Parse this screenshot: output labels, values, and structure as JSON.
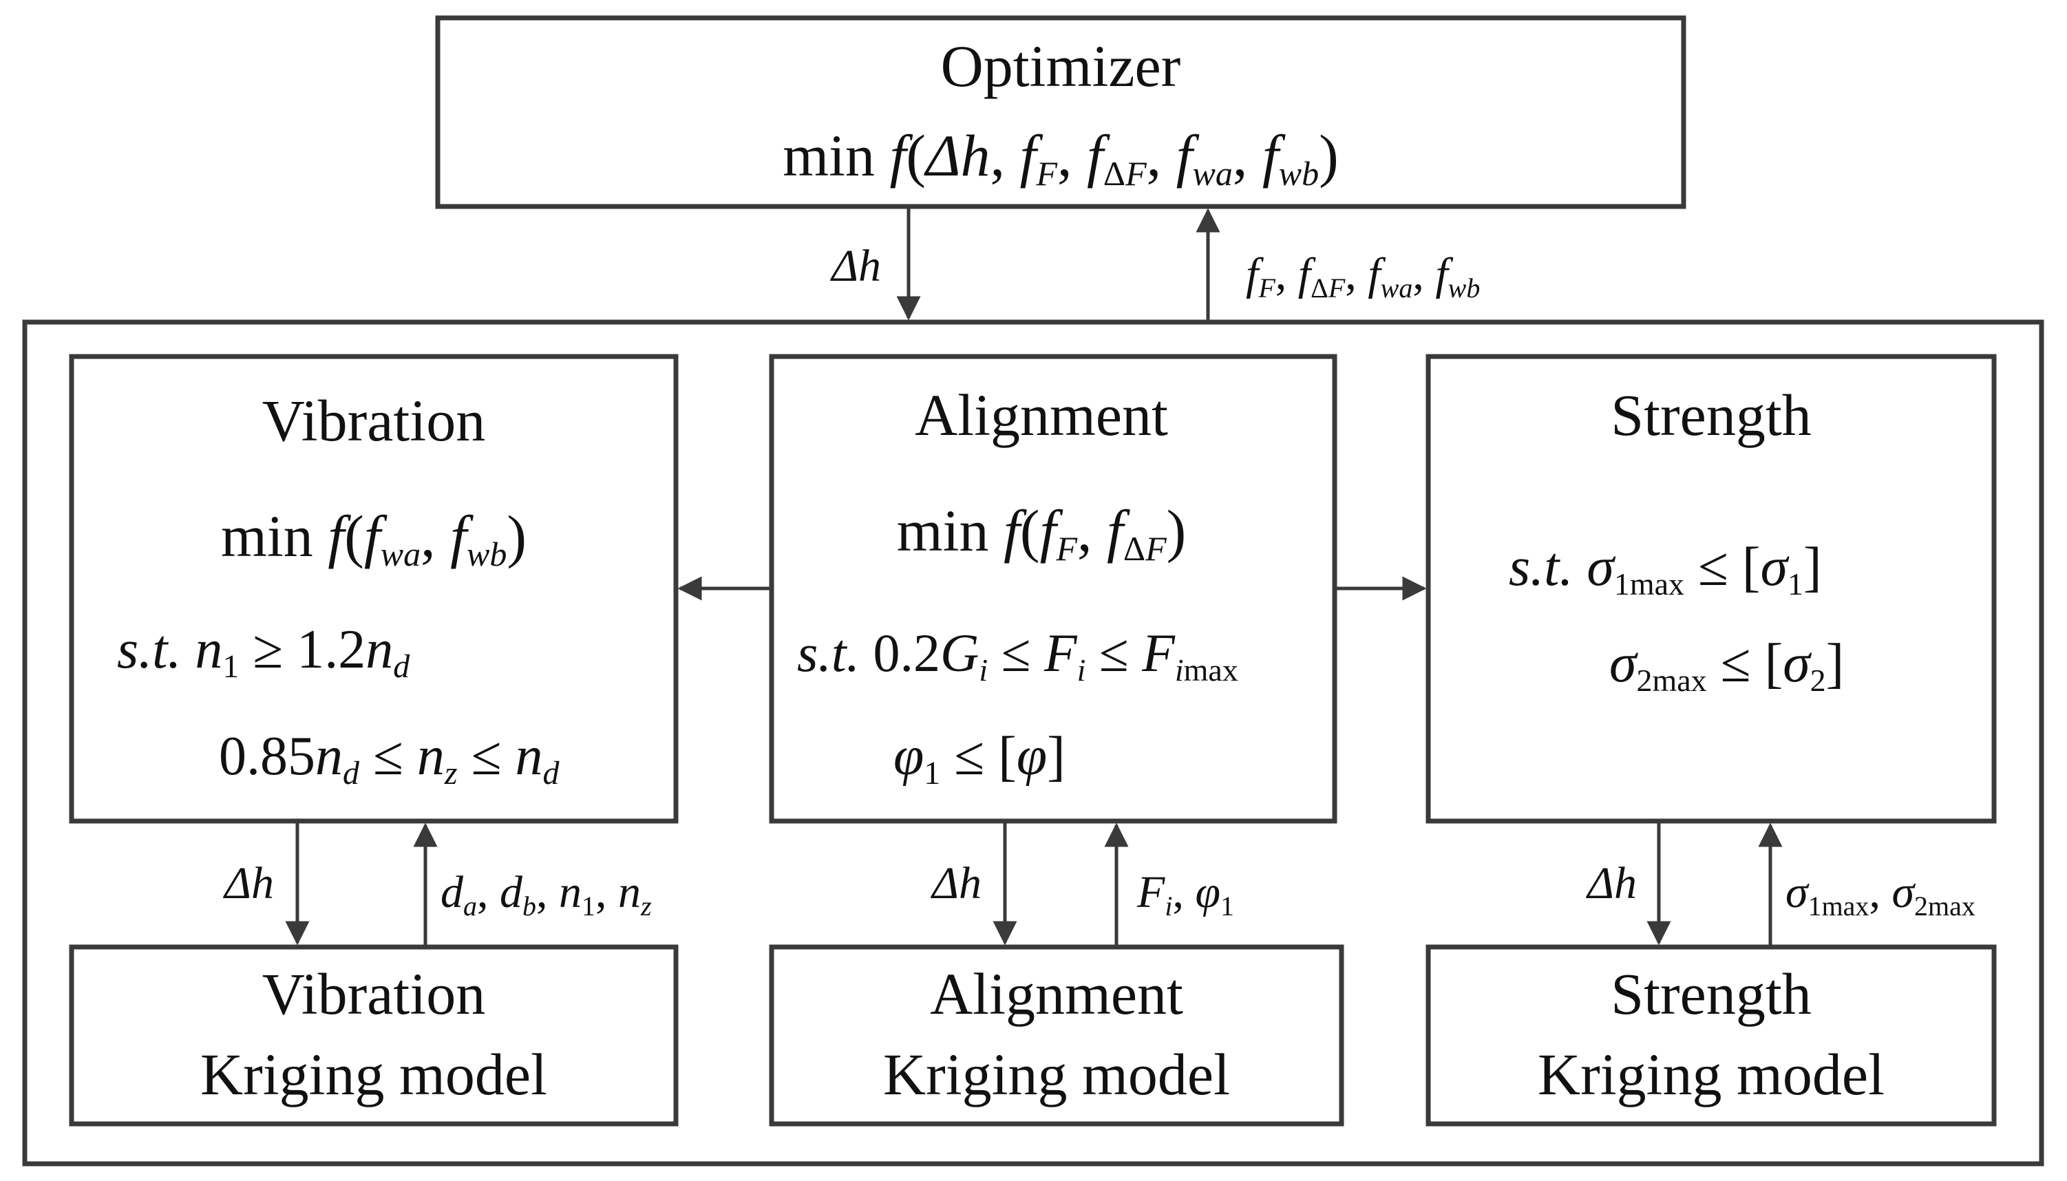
{
  "optimizer": {
    "title": "Optimizer",
    "objective": {
      "pre": "min ",
      "f": "f",
      "args": [
        "Δh",
        "f_F",
        "f_ΔF",
        "f_wa",
        "f_wb"
      ]
    }
  },
  "top_links": {
    "down": "Δh",
    "up": [
      "f_F",
      "f_ΔF",
      "f_wa",
      "f_wb"
    ]
  },
  "vibration": {
    "title": "Vibration",
    "objective": {
      "pre": "min ",
      "f": "f",
      "args": [
        "f_wa",
        "f_wb"
      ]
    },
    "st": "s.t.",
    "constraint1": {
      "lhs": "n_1",
      "op": "≥",
      "rhs": "1.2n_d"
    },
    "constraint2": {
      "lhs": "0.85n_d",
      "op1": "≤",
      "mid": "n_z",
      "op2": "≤",
      "rhs": "n_d"
    },
    "link_down": "Δh",
    "link_up": [
      "d_a",
      "d_b",
      "n_1",
      "n_z"
    ],
    "model_line1": "Vibration",
    "model_line2": "Kriging model"
  },
  "alignment": {
    "title": "Alignment",
    "objective": {
      "pre": "min ",
      "f": "f",
      "args": [
        "f_F",
        "f_ΔF"
      ]
    },
    "st": "s.t.",
    "constraint1": {
      "lhs": "0.2G_i",
      "op1": "≤",
      "mid": "F_i",
      "op2": "≤",
      "rhs": "F_imax"
    },
    "constraint2": {
      "lhs": "φ_1",
      "op": "≤",
      "rhs": "[φ]"
    },
    "link_down": "Δh",
    "link_up": [
      "F_i",
      "φ_1"
    ],
    "model_line1": "Alignment",
    "model_line2": "Kriging model"
  },
  "strength": {
    "title": "Strength",
    "st": "s.t.",
    "constraint1": {
      "lhs": "σ_1max",
      "op": "≤",
      "rhs": "[σ_1]"
    },
    "constraint2": {
      "lhs": "σ_2max",
      "op": "≤",
      "rhs": "[σ_2]"
    },
    "link_down": "Δh",
    "link_up": [
      "σ_1max",
      "σ_2max"
    ],
    "model_line1": "Strength",
    "model_line2": "Kriging model"
  }
}
